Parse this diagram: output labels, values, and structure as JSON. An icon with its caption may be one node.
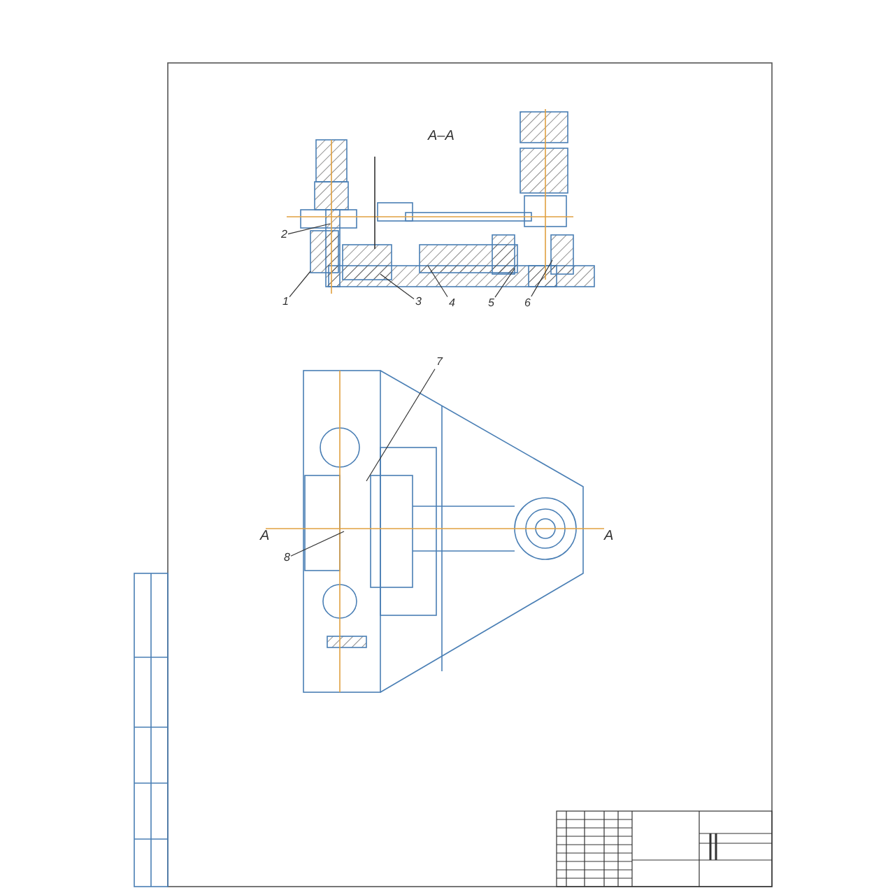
{
  "diagram": {
    "nodes": [
      {
        "text": [
          "2"
        ]
      },
      {
        "text": [
          "1"
        ]
      },
      {
        "text": [
          "3"
        ]
      },
      {
        "text": [
          "4"
        ]
      },
      {
        "text": [
          "5"
        ]
      },
      {
        "text": [
          "6"
        ]
      },
      {
        "text": [
          "7"
        ]
      },
      {
        "text": [
          "8"
        ]
      }
    ],
    "edges": [
      {
        "from": 0,
        "to": null,
        "arrow": "none"
      },
      {
        "from": 1,
        "to": null,
        "arrow": "none"
      },
      {
        "from": 2,
        "to": null,
        "arrow": "none"
      },
      {
        "from": 3,
        "to": null,
        "arrow": "none"
      },
      {
        "from": 4,
        "to": null,
        "arrow": "none"
      },
      {
        "from": 5,
        "to": null,
        "arrow": "none"
      },
      {
        "from": 6,
        "to": null,
        "arrow": "none"
      },
      {
        "from": 7,
        "to": null,
        "arrow": "none"
      }
    ],
    "labels": [
      "А–А",
      "А",
      "А"
    ]
  }
}
